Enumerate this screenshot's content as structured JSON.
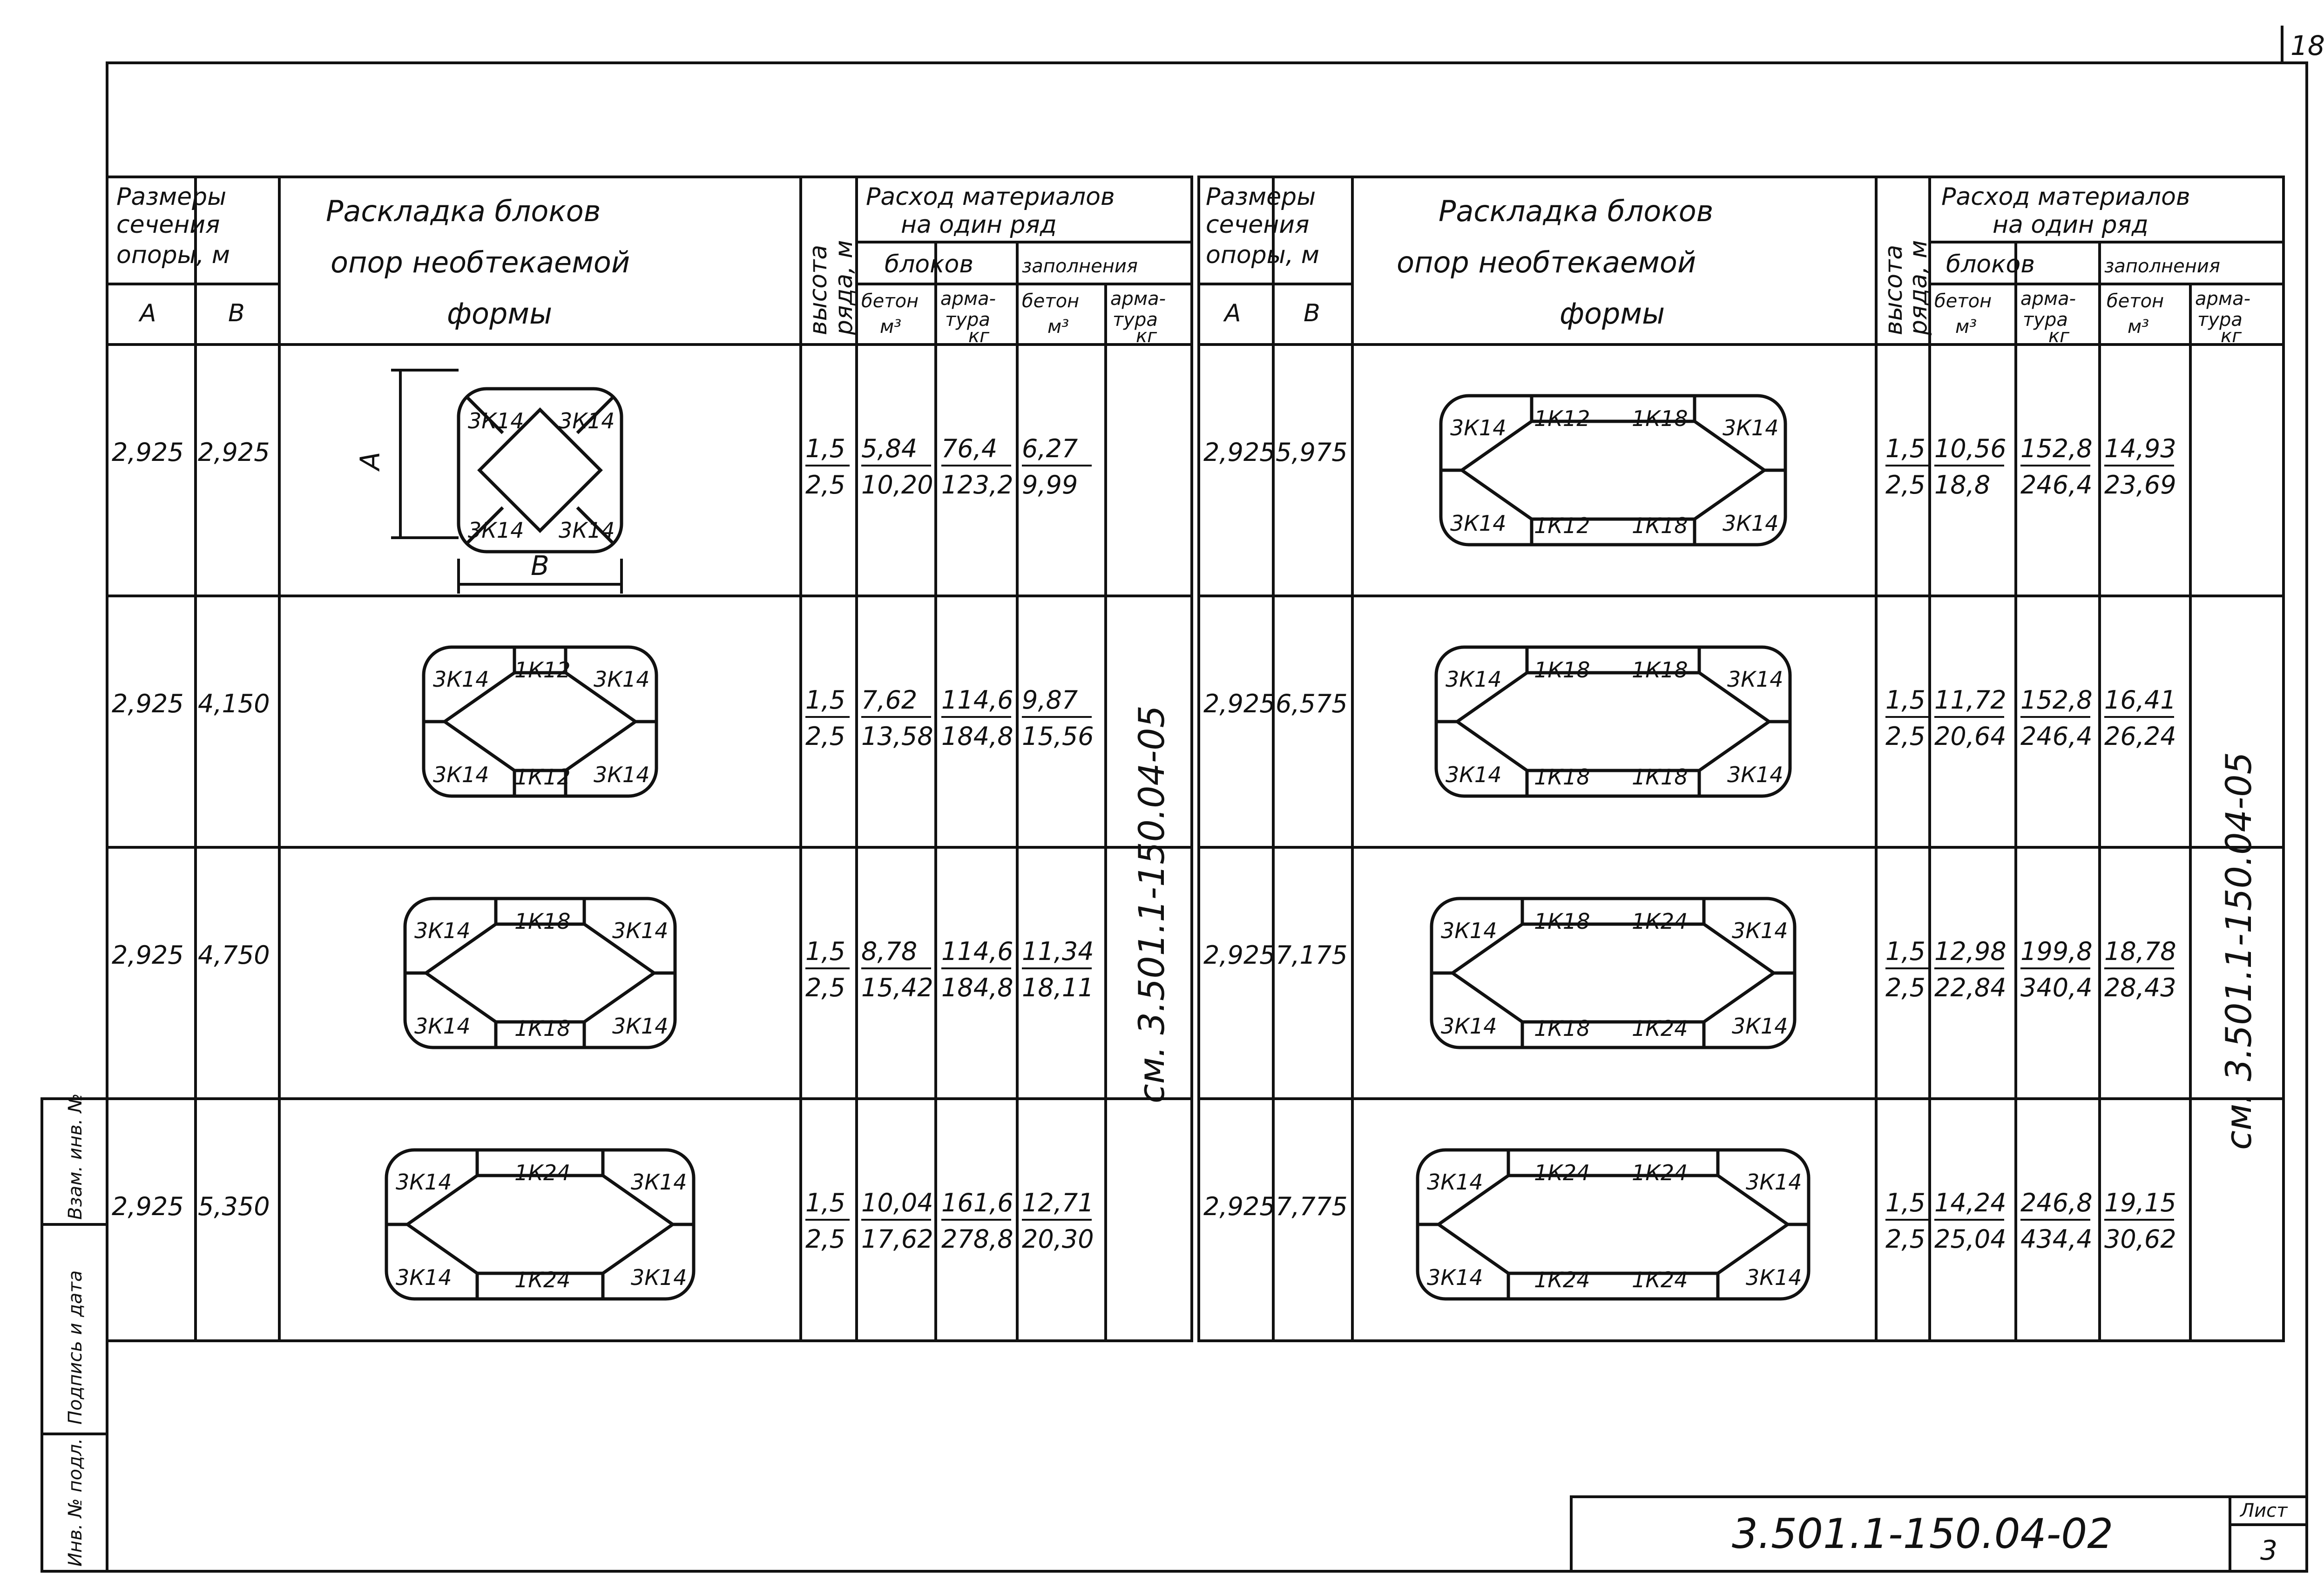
{
  "page_number": "18",
  "headers": {
    "sizes": [
      "Размеры",
      "сечения",
      "опоры, м"
    ],
    "col_a": "А",
    "col_b": "В",
    "layout": [
      "Раскладка блоков",
      "опор необтекаемой",
      "формы"
    ],
    "height": [
      "высота",
      "ряда, м"
    ],
    "consumption": [
      "Расход материалов",
      "на один ряд"
    ],
    "blocks": "блоков",
    "filling": "заполнения",
    "concrete": [
      "бетон",
      "м³"
    ],
    "reinforcement": [
      "арма-",
      "тура",
      "кг"
    ]
  },
  "diagram_labels": {
    "A": "А",
    "B": "В"
  },
  "left_rows": [
    {
      "a": "2,925",
      "b": "2,925",
      "h1": "1,5",
      "h2": "2,5",
      "bc1": "5,84",
      "bc2": "10,20",
      "br1": "76,4",
      "br2": "123,2",
      "fc1": "6,27",
      "fc2": "9,99",
      "blocks": [
        "3К14",
        "3К14",
        "3К14",
        "3К14"
      ]
    },
    {
      "a": "2,925",
      "b": "4,150",
      "h1": "1,5",
      "h2": "2,5",
      "bc1": "7,62",
      "bc2": "13,58",
      "br1": "114,6",
      "br2": "184,8",
      "fc1": "9,87",
      "fc2": "15,56",
      "blocks": [
        "3К14",
        "3К14",
        "3К14",
        "3К14",
        "1К12",
        "1К12"
      ]
    },
    {
      "a": "2,925",
      "b": "4,750",
      "h1": "1,5",
      "h2": "2,5",
      "bc1": "8,78",
      "bc2": "15,42",
      "br1": "114,6",
      "br2": "184,8",
      "fc1": "11,34",
      "fc2": "18,11",
      "blocks": [
        "3К14",
        "3К14",
        "3К14",
        "3К14",
        "1К18",
        "1К18"
      ]
    },
    {
      "a": "2,925",
      "b": "5,350",
      "h1": "1,5",
      "h2": "2,5",
      "bc1": "10,04",
      "bc2": "17,62",
      "br1": "161,6",
      "br2": "278,8",
      "fc1": "12,71",
      "fc2": "20,30",
      "blocks": [
        "3К14",
        "3К14",
        "3К14",
        "3К14",
        "1К24",
        "1К24"
      ]
    }
  ],
  "right_rows": [
    {
      "a": "2,925",
      "b": "5,975",
      "h1": "1,5",
      "h2": "2,5",
      "bc1": "10,56",
      "bc2": "18,8",
      "br1": "152,8",
      "br2": "246,4",
      "fc1": "14,93",
      "fc2": "23,69",
      "blocks": [
        "3К14",
        "3К14",
        "3К14",
        "3К14",
        "1К12",
        "1К18",
        "1К12",
        "1К18"
      ]
    },
    {
      "a": "2,925",
      "b": "6,575",
      "h1": "1,5",
      "h2": "2,5",
      "bc1": "11,72",
      "bc2": "20,64",
      "br1": "152,8",
      "br2": "246,4",
      "fc1": "16,41",
      "fc2": "26,24",
      "blocks": [
        "3К14",
        "3К14",
        "3К14",
        "3К14",
        "1К18",
        "1К18",
        "1К18",
        "1К18"
      ]
    },
    {
      "a": "2,925",
      "b": "7,175",
      "h1": "1,5",
      "h2": "2,5",
      "bc1": "12,98",
      "bc2": "22,84",
      "br1": "199,8",
      "br2": "340,4",
      "fc1": "18,78",
      "fc2": "28,43",
      "blocks": [
        "3К14",
        "3К14",
        "3К14",
        "3К14",
        "1К18",
        "1К24",
        "1К18",
        "1К24"
      ]
    },
    {
      "a": "2,925",
      "b": "7,775",
      "h1": "1,5",
      "h2": "2,5",
      "bc1": "14,24",
      "bc2": "25,04",
      "br1": "246,8",
      "br2": "434,4",
      "fc1": "19,15",
      "fc2": "30,62",
      "blocks": [
        "3К14",
        "3К14",
        "3К14",
        "3К14",
        "1К24",
        "1К24",
        "1К24",
        "1К24"
      ]
    }
  ],
  "filling_reinforcement_ref": "см. 3.501.1-150.04-05",
  "side_stamp": [
    "Инв. № подл.",
    "Подпись и дата",
    "Взам. инв. №"
  ],
  "title_block": {
    "code": "3.501.1-150.04-02",
    "sheet_label": "Лист",
    "sheet_number": "3"
  }
}
